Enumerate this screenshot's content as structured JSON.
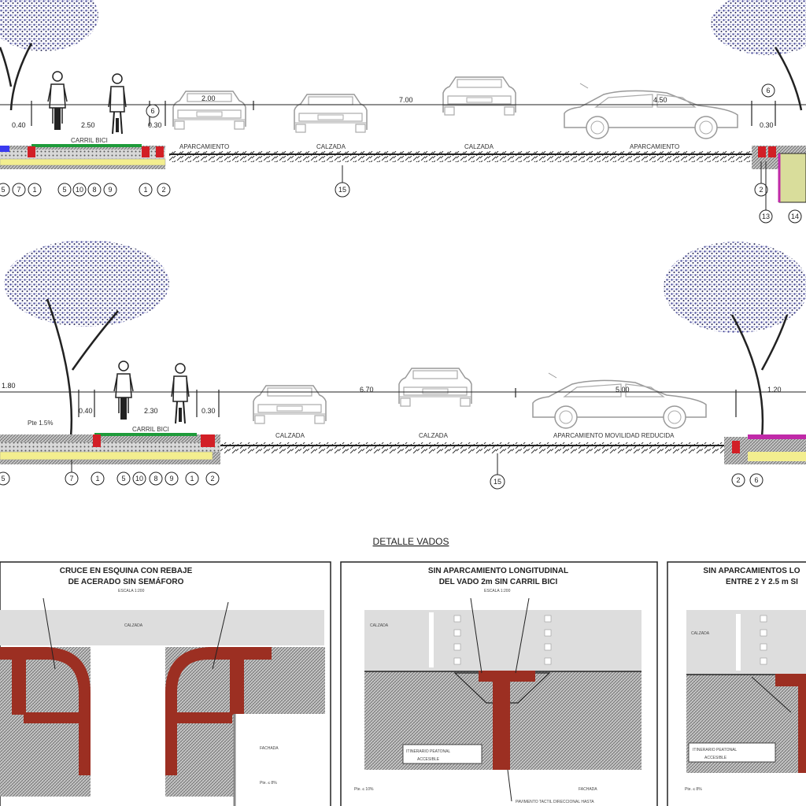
{
  "section1": {
    "dims": [
      "0.40",
      "2.50",
      "0.30",
      "2.00",
      "7.00",
      "4.50",
      "0.30"
    ],
    "labels": {
      "carril_bici": "CARRIL BICI",
      "aparcamiento_left": "APARCAMIENTO",
      "calzada_1": "CALZADA",
      "calzada_2": "CALZADA",
      "aparcamiento_right": "APARCAMIENTO"
    },
    "markers": [
      "5",
      "7",
      "1",
      "5",
      "10",
      "8",
      "9",
      "1",
      "2",
      "6",
      "6",
      "15",
      "2",
      "13",
      "14"
    ]
  },
  "section2": {
    "dims": [
      "1.80",
      "0.40",
      "2.30",
      "0.30",
      "6.70",
      "5.00",
      "1.20"
    ],
    "slope": "Pte 1.5%",
    "labels": {
      "carril_bici": "CARRIL BICI",
      "calzada_1": "CALZADA",
      "calzada_2": "CALZADA",
      "aparcamiento": "APARCAMIENTO MOVILIDAD REDUCIDA"
    },
    "markers": [
      "5",
      "7",
      "1",
      "5",
      "10",
      "8",
      "9",
      "1",
      "2",
      "15",
      "2",
      "6"
    ]
  },
  "detail_heading": "DETALLE VADOS",
  "panels": [
    {
      "title_line1": "CRUCE EN ESQUINA CON REBAJE",
      "title_line2": "DE ACERADO SIN SEMÁFORO",
      "scale": "ESCALA 1:200",
      "calzada": "CALZADA",
      "fachada": "FACHADA",
      "pte": "Pte. ≤ 8%"
    },
    {
      "title_line1": "SIN APARCAMIENTO LONGITUDINAL",
      "title_line2": "DEL VADO 2m SIN CARRIL BICI",
      "scale": "ESCALA 1:200",
      "calzada": "CALZADA",
      "itinerario_1": "ITINERARIO PEATONAL",
      "itinerario_2": "ACCESIBLE",
      "fachada": "FACHADA",
      "pte": "Pte. ≤ 10%",
      "pavimento": "PAVIMENTO TACTIL DIRECCIONAL HASTA"
    },
    {
      "title_line1": "SIN APARCAMIENTOS LO",
      "title_line2": "ENTRE 2 Y 2.5 m SI",
      "calzada": "CALZADA",
      "itinerario_1": "ITINERARIO PEATONAL",
      "itinerario_2": "ACCESIBLE",
      "pte": "Pte. ≤ 8%"
    }
  ],
  "colors": {
    "line": "#222222",
    "green": "#1e9b3a",
    "red": "#d21f26",
    "yellow": "#f3ee8f",
    "tree": "#4a4c9a",
    "brick": "#9c2f22",
    "asphalt": "#dddddd",
    "magenta": "#c02aa8"
  }
}
